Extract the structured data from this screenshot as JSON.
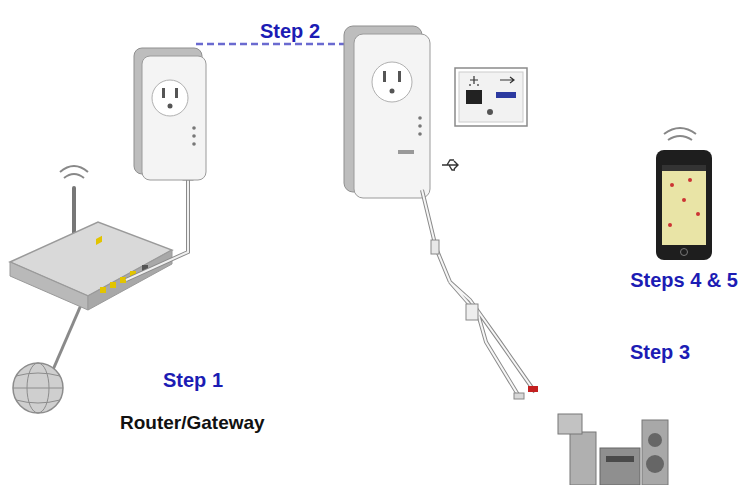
{
  "diagram": {
    "labels": [
      "Step 2",
      "Steps 4 & 5",
      "Step 1",
      "Step 3",
      "Router/Gateway"
    ]
  }
}
